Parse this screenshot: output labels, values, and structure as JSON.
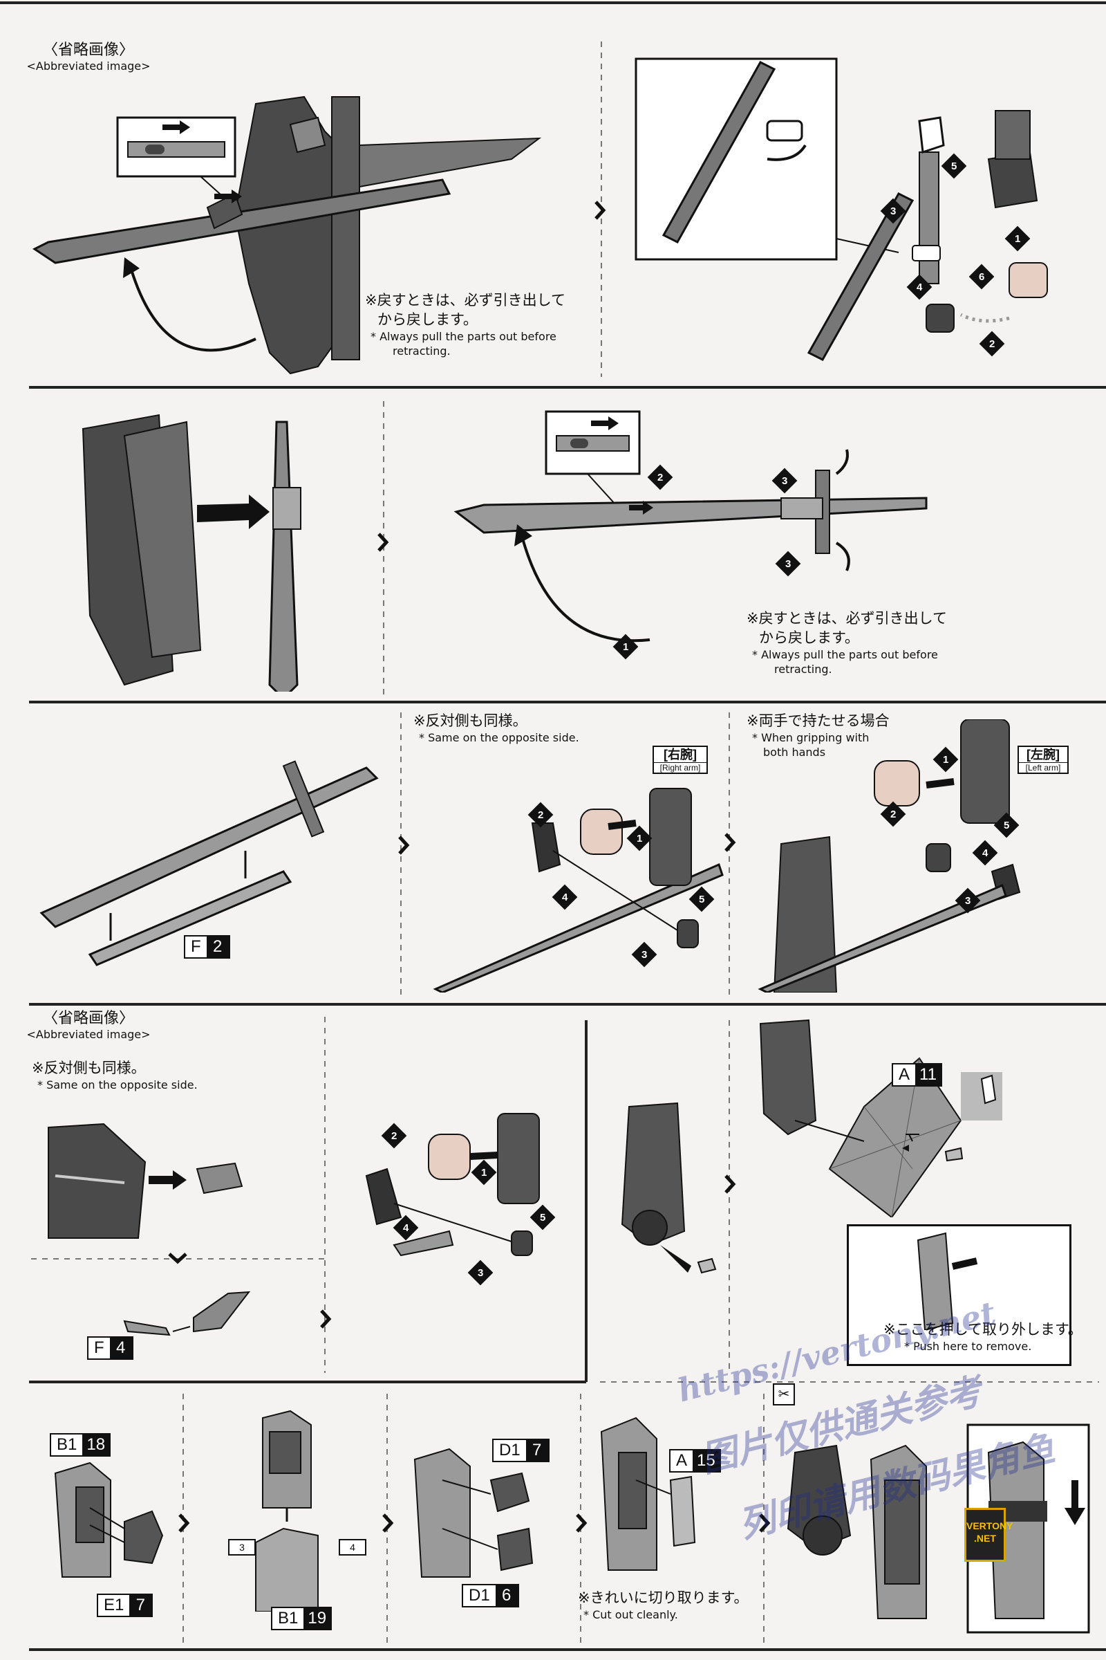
{
  "headers": {
    "abbrev_jp": "〈省略画像〉",
    "abbrev_en": "<Abbreviated image>"
  },
  "notes": {
    "pull_jp1": "※戻すときは、必ず引き出して",
    "pull_jp2": "から戻します。",
    "pull_en1": "* Always pull the parts out before",
    "pull_en2": "retracting.",
    "same_jp": "※反対側も同様。",
    "same_en": "* Same on the opposite side.",
    "both_jp": "※両手で持たせる場合",
    "both_en1": "* When gripping with",
    "both_en2": "both hands",
    "push_jp": "※ここを押して取り外します。",
    "push_en": "* Push here to remove.",
    "cut_jp": "※きれいに切り取ります。",
    "cut_en": "* Cut out cleanly."
  },
  "arm_tags": {
    "right_jp": "[右腕]",
    "right_en": "[Right arm]",
    "left_jp": "[左腕]",
    "left_en": "[Left arm]"
  },
  "part_labels": {
    "f2": {
      "letter": "F",
      "num": "2"
    },
    "f4": {
      "letter": "F",
      "num": "4"
    },
    "a11": {
      "letter": "A",
      "num": "11"
    },
    "b118": {
      "letter": "B1",
      "num": "18"
    },
    "e17": {
      "letter": "E1",
      "num": "7"
    },
    "b119": {
      "letter": "B1",
      "num": "19"
    },
    "d17": {
      "letter": "D1",
      "num": "7"
    },
    "d16": {
      "letter": "D1",
      "num": "6"
    },
    "a15": {
      "letter": "A",
      "num": "15"
    }
  },
  "step_sub": {
    "s3": "3",
    "s4": "4"
  },
  "watermark": {
    "url": "https://vertony.net",
    "line1": "图片仅供通关参考",
    "line2": "列印请用数码果角鱼",
    "badge1": "VERTONY",
    "badge2": ".NET"
  },
  "colors": {
    "ink": "#111111",
    "paper": "#f4f3f1",
    "part_gray": "#9a9a9a",
    "clear_part": "#e8cfc4"
  }
}
